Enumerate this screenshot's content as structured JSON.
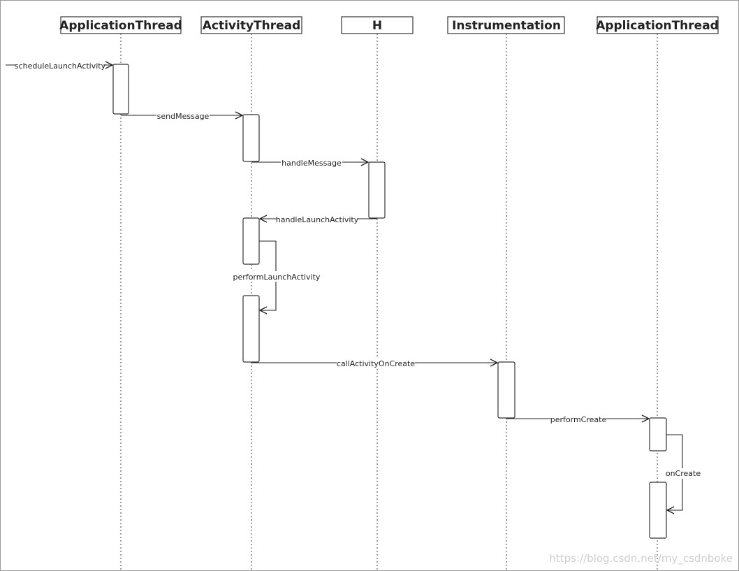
{
  "participants": [
    "ApplicationThread",
    "ActivityThread",
    "H",
    "Instrumentation",
    "ApplicationThread"
  ],
  "messages": [
    "scheduleLaunchActivity",
    "sendMessage",
    "handleMessage",
    "handleLaunchActivity",
    "performLaunchActivity",
    "callActivityOnCreate",
    "performCreate",
    "onCreate"
  ],
  "watermark": "https://blog.csdn.net/my_csdnboke"
}
